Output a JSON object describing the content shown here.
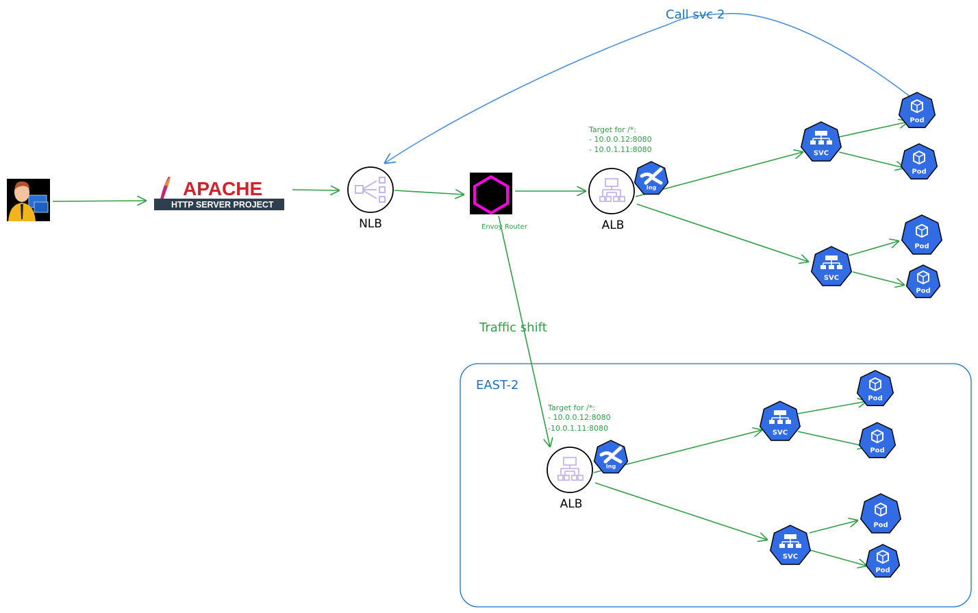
{
  "colors": {
    "arrow": "#2f9e44",
    "call_arrow": "#4a90d9",
    "k8s_blue": "#326ce5",
    "region_border": "#1971c2",
    "node_icon": "#c4b5f0",
    "envoy_magenta": "#ff00e6",
    "apache_red": "#d22128",
    "apache_bar": "#2f3e4e"
  },
  "nodes": {
    "user": {
      "icon": "user-at-computer-icon"
    },
    "apache": {
      "title": "APACHE",
      "subtitle": "HTTP SERVER PROJECT"
    },
    "nlb": {
      "label": "NLB"
    },
    "envoy": {
      "label": "Envoy Router"
    },
    "alb": {
      "label": "ALB",
      "target_title": "Target for /*:",
      "targets": [
        "- 10.0.0.12:8080",
        "- 10.0.1.11:8080"
      ]
    },
    "ingress_label": "Ing",
    "svc_label": "SVC",
    "pod_label": "Pod"
  },
  "annotations": {
    "call_svc": "Call svc 2",
    "traffic_shift": "Traffic shift"
  },
  "region": {
    "label": "EAST-2",
    "alb": {
      "label": "ALB",
      "target_title": "Target for /*:",
      "targets": [
        "- 10.0.0.12:8080",
        "-10.0.1.11:8080"
      ]
    }
  }
}
